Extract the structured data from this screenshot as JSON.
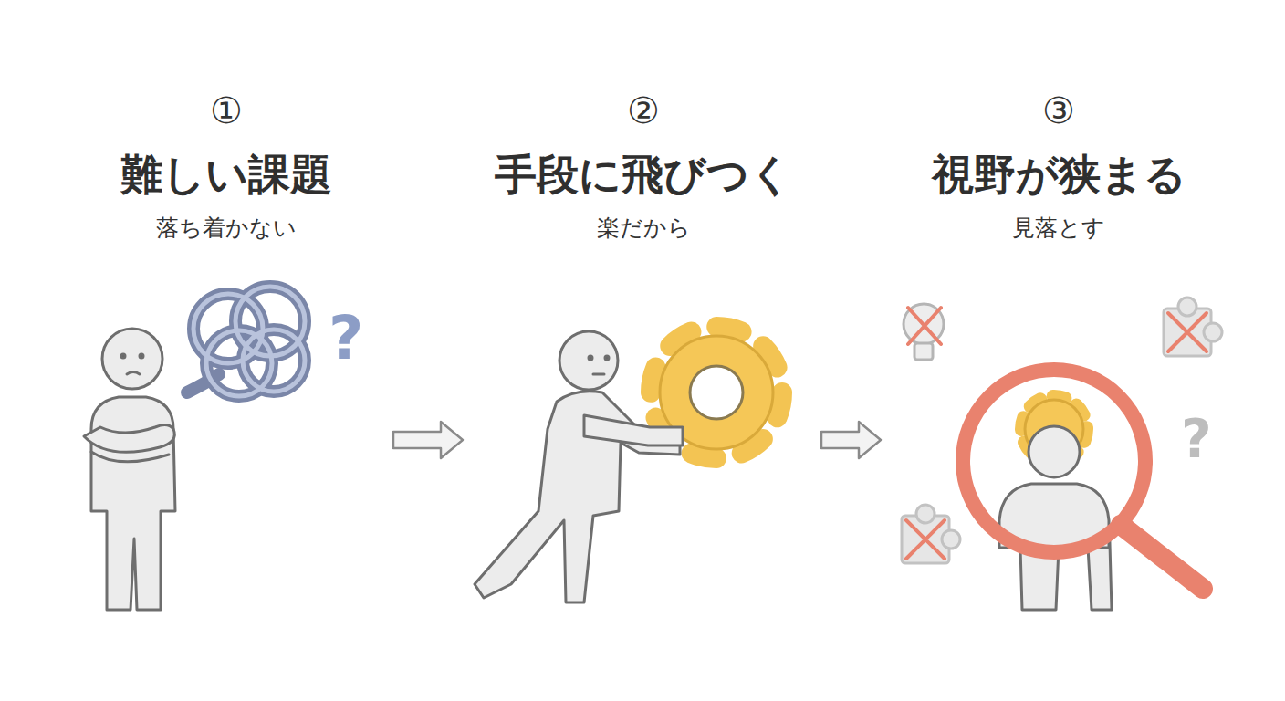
{
  "diagram": {
    "nodes": [
      {
        "text": [
          "①",
          "難しい課題",
          "落ち着かない"
        ]
      },
      {
        "text": [
          "②",
          "手段に飛びつく",
          "楽だから"
        ]
      },
      {
        "text": [
          "③",
          "視野が狭まる",
          "見落とす"
        ]
      }
    ],
    "edges": [
      {
        "from": 0,
        "to": 1,
        "arrow": "to"
      },
      {
        "from": 1,
        "to": 2,
        "arrow": "to"
      }
    ],
    "labels": [
      "?",
      "?"
    ]
  }
}
